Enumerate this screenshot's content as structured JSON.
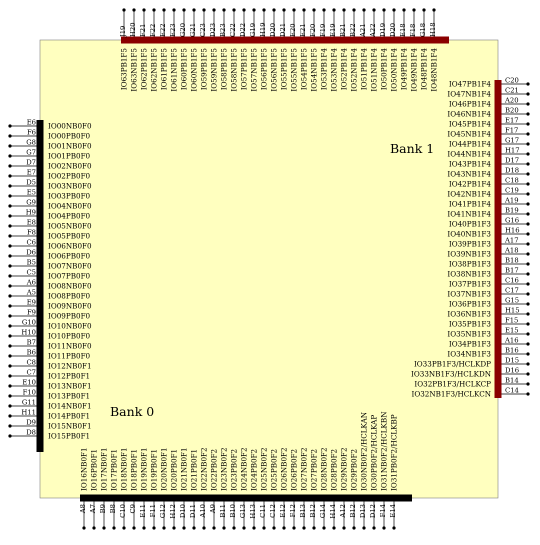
{
  "chip": {
    "banks": [
      "Bank 1",
      "Bank 0"
    ],
    "body_color": "#ffffbf",
    "bank1_bar_color": "#8b0000",
    "bank0_bar_color": "#000000"
  },
  "left_pins": [
    {
      "pin": "E6",
      "signal": "IO00NB0F0"
    },
    {
      "pin": "F6",
      "signal": "IO00PB0F0"
    },
    {
      "pin": "G8",
      "signal": "IO01NB0F0"
    },
    {
      "pin": "G7",
      "signal": "IO01PB0F0"
    },
    {
      "pin": "D7",
      "signal": "IO02NB0F0"
    },
    {
      "pin": "E7",
      "signal": "IO02PB0F0"
    },
    {
      "pin": "D5",
      "signal": "IO03NB0F0"
    },
    {
      "pin": "E5",
      "signal": "IO03PB0F0"
    },
    {
      "pin": "G9",
      "signal": "IO04NB0F0"
    },
    {
      "pin": "H9",
      "signal": "IO04PB0F0"
    },
    {
      "pin": "E8",
      "signal": "IO05NB0F0"
    },
    {
      "pin": "F8",
      "signal": "IO05PB0F0"
    },
    {
      "pin": "C6",
      "signal": "IO06NB0F0"
    },
    {
      "pin": "D6",
      "signal": "IO06PB0F0"
    },
    {
      "pin": "B5",
      "signal": "IO07NB0F0"
    },
    {
      "pin": "C5",
      "signal": "IO07PB0F0"
    },
    {
      "pin": "A6",
      "signal": "IO08NB0F0"
    },
    {
      "pin": "A5",
      "signal": "IO08PB0F0"
    },
    {
      "pin": "E9",
      "signal": "IO09NB0F0"
    },
    {
      "pin": "F9",
      "signal": "IO09PB0F0"
    },
    {
      "pin": "G10",
      "signal": "IO10NB0F0"
    },
    {
      "pin": "H10",
      "signal": "IO10PB0F0"
    },
    {
      "pin": "B7",
      "signal": "IO11NB0F0"
    },
    {
      "pin": "B6",
      "signal": "IO11PB0F0"
    },
    {
      "pin": "C8",
      "signal": "IO12NB0F1"
    },
    {
      "pin": "C7",
      "signal": "IO12PB0F1"
    },
    {
      "pin": "E10",
      "signal": "IO13NB0F1"
    },
    {
      "pin": "F10",
      "signal": "IO13PB0F1"
    },
    {
      "pin": "G11",
      "signal": "IO14NB0F1"
    },
    {
      "pin": "H11",
      "signal": "IO14PB0F1"
    },
    {
      "pin": "D9",
      "signal": "IO15NB0F1"
    },
    {
      "pin": "D8",
      "signal": "IO15PB0F1"
    }
  ],
  "right_pins": [
    {
      "pin": "C20",
      "signal": "IO47PB1F4"
    },
    {
      "pin": "C21",
      "signal": "IO47NB1F4"
    },
    {
      "pin": "A20",
      "signal": "IO46PB1F4"
    },
    {
      "pin": "B20",
      "signal": "IO46NB1F4"
    },
    {
      "pin": "E17",
      "signal": "IO45PB1F4"
    },
    {
      "pin": "F17",
      "signal": "IO45NB1F4"
    },
    {
      "pin": "G17",
      "signal": "IO44PB1F4"
    },
    {
      "pin": "H17",
      "signal": "IO44NB1F4"
    },
    {
      "pin": "D17",
      "signal": "IO43PB1F4"
    },
    {
      "pin": "D18",
      "signal": "IO43NB1F4"
    },
    {
      "pin": "C18",
      "signal": "IO42PB1F4"
    },
    {
      "pin": "C19",
      "signal": "IO42NB1F4"
    },
    {
      "pin": "A19",
      "signal": "IO41PB1F4"
    },
    {
      "pin": "B19",
      "signal": "IO41NB1F4"
    },
    {
      "pin": "G16",
      "signal": "IO40PB1F3"
    },
    {
      "pin": "H16",
      "signal": "IO40NB1F3"
    },
    {
      "pin": "A17",
      "signal": "IO39PB1F3"
    },
    {
      "pin": "A18",
      "signal": "IO39NB1F3"
    },
    {
      "pin": "B18",
      "signal": "IO38PB1F3"
    },
    {
      "pin": "B17",
      "signal": "IO38NB1F3"
    },
    {
      "pin": "C16",
      "signal": "IO37PB1F3"
    },
    {
      "pin": "C17",
      "signal": "IO37NB1F3"
    },
    {
      "pin": "G15",
      "signal": "IO36PB1F3"
    },
    {
      "pin": "H15",
      "signal": "IO36NB1F3"
    },
    {
      "pin": "F15",
      "signal": "IO35PB1F3"
    },
    {
      "pin": "E15",
      "signal": "IO35NB1F3"
    },
    {
      "pin": "A16",
      "signal": "IO34PB1F3"
    },
    {
      "pin": "B16",
      "signal": "IO34NB1F3"
    },
    {
      "pin": "D15",
      "signal": "IO33PB1F3/HCLKDP"
    },
    {
      "pin": "D16",
      "signal": "IO33NB1F3/HCLKDN"
    },
    {
      "pin": "B14",
      "signal": "IO32PB1F3/HCLKCP"
    },
    {
      "pin": "C14",
      "signal": "IO32NB1F3/HCLKCN"
    }
  ],
  "top_pins": [
    {
      "pin": "J19",
      "signal": "IO63PB1F5"
    },
    {
      "pin": "H20",
      "signal": "IO63NB1F5"
    },
    {
      "pin": "F21",
      "signal": "IO62PB1F5"
    },
    {
      "pin": "F22",
      "signal": "IO62NB1F5"
    },
    {
      "pin": "E22",
      "signal": "IO61PB1F5"
    },
    {
      "pin": "E23",
      "signal": "IO61NB1F5"
    },
    {
      "pin": "G20",
      "signal": "IO60PB1F5"
    },
    {
      "pin": "G21",
      "signal": "IO60NB1F5"
    },
    {
      "pin": "C23",
      "signal": "IO59PB1F5"
    },
    {
      "pin": "D23",
      "signal": "IO59NB1F5"
    },
    {
      "pin": "B23",
      "signal": "IO58PB1F5"
    },
    {
      "pin": "C22",
      "signal": "IO58NB1F5"
    },
    {
      "pin": "D22",
      "signal": "IO57PB1F5"
    },
    {
      "pin": "G19",
      "signal": "IO57NB1F5"
    },
    {
      "pin": "H19",
      "signal": "IO56PB1F5"
    },
    {
      "pin": "D20",
      "signal": "IO56NB1F5"
    },
    {
      "pin": "D21",
      "signal": "IO55PB1F5"
    },
    {
      "pin": "E20",
      "signal": "IO55NB1F5"
    },
    {
      "pin": "E21",
      "signal": "IO54PB1F5"
    },
    {
      "pin": "F20",
      "signal": "IO54NB1F5"
    },
    {
      "pin": "F19",
      "signal": "IO53PB1F4"
    },
    {
      "pin": "E19",
      "signal": "IO53NB1F4"
    },
    {
      "pin": "B21",
      "signal": "IO52PB1F4"
    },
    {
      "pin": "B22",
      "signal": "IO52NB1F4"
    },
    {
      "pin": "A21",
      "signal": "IO51PB1F4"
    },
    {
      "pin": "A22",
      "signal": "IO51NB1F4"
    },
    {
      "pin": "D19",
      "signal": "IO50PB1F4"
    },
    {
      "pin": "D20",
      "signal": "IO50NB1F4"
    },
    {
      "pin": "E18",
      "signal": "IO49PB1F4"
    },
    {
      "pin": "F18",
      "signal": "IO49NB1F4"
    },
    {
      "pin": "G18",
      "signal": "IO48PB1F4"
    },
    {
      "pin": "H18",
      "signal": "IO48NB1F4"
    }
  ],
  "bottom_pins": [
    {
      "pin": "A8",
      "signal": "IO16NB0F1"
    },
    {
      "pin": "A7",
      "signal": "IO16PB0F1"
    },
    {
      "pin": "B9",
      "signal": "IO17NB0F1"
    },
    {
      "pin": "B8",
      "signal": "IO17PB0F1"
    },
    {
      "pin": "C10",
      "signal": "IO18NB0F1"
    },
    {
      "pin": "C9",
      "signal": "IO18PB0F1"
    },
    {
      "pin": "E11",
      "signal": "IO19NB0F1"
    },
    {
      "pin": "F11",
      "signal": "IO19PB0F1"
    },
    {
      "pin": "G12",
      "signal": "IO20NB0F1"
    },
    {
      "pin": "H12",
      "signal": "IO20PB0F1"
    },
    {
      "pin": "D10",
      "signal": "IO21NB0F1"
    },
    {
      "pin": "D11",
      "signal": "IO21PB0F1"
    },
    {
      "pin": "A10",
      "signal": "IO22NB0F2"
    },
    {
      "pin": "A9",
      "signal": "IO22PB0F2"
    },
    {
      "pin": "B11",
      "signal": "IO23NB0F2"
    },
    {
      "pin": "B10",
      "signal": "IO23PB0F2"
    },
    {
      "pin": "G13",
      "signal": "IO24NB0F2"
    },
    {
      "pin": "H13",
      "signal": "IO24PB0F2"
    },
    {
      "pin": "C11",
      "signal": "IO25NB0F2"
    },
    {
      "pin": "C12",
      "signal": "IO25PB0F2"
    },
    {
      "pin": "E12",
      "signal": "IO26NB0F2"
    },
    {
      "pin": "F12",
      "signal": "IO26PB0F2"
    },
    {
      "pin": "B13",
      "signal": "IO27NB0F2"
    },
    {
      "pin": "B12",
      "signal": "IO27PB0F2"
    },
    {
      "pin": "G14",
      "signal": "IO28NB0F2"
    },
    {
      "pin": "H14",
      "signal": "IO28PB0F2"
    },
    {
      "pin": "A12",
      "signal": "IO29NB0F2"
    },
    {
      "pin": "B12",
      "signal": "IO29PB0F2"
    },
    {
      "pin": "D13",
      "signal": "IO30NB0F2/HCLKAN"
    },
    {
      "pin": "D12",
      "signal": "IO30PB0F2/HCLKAP"
    },
    {
      "pin": "F14",
      "signal": "IO31NB0F2/HCLKBN"
    },
    {
      "pin": "E14",
      "signal": "IO31PB0F2/HCLKBP"
    }
  ]
}
